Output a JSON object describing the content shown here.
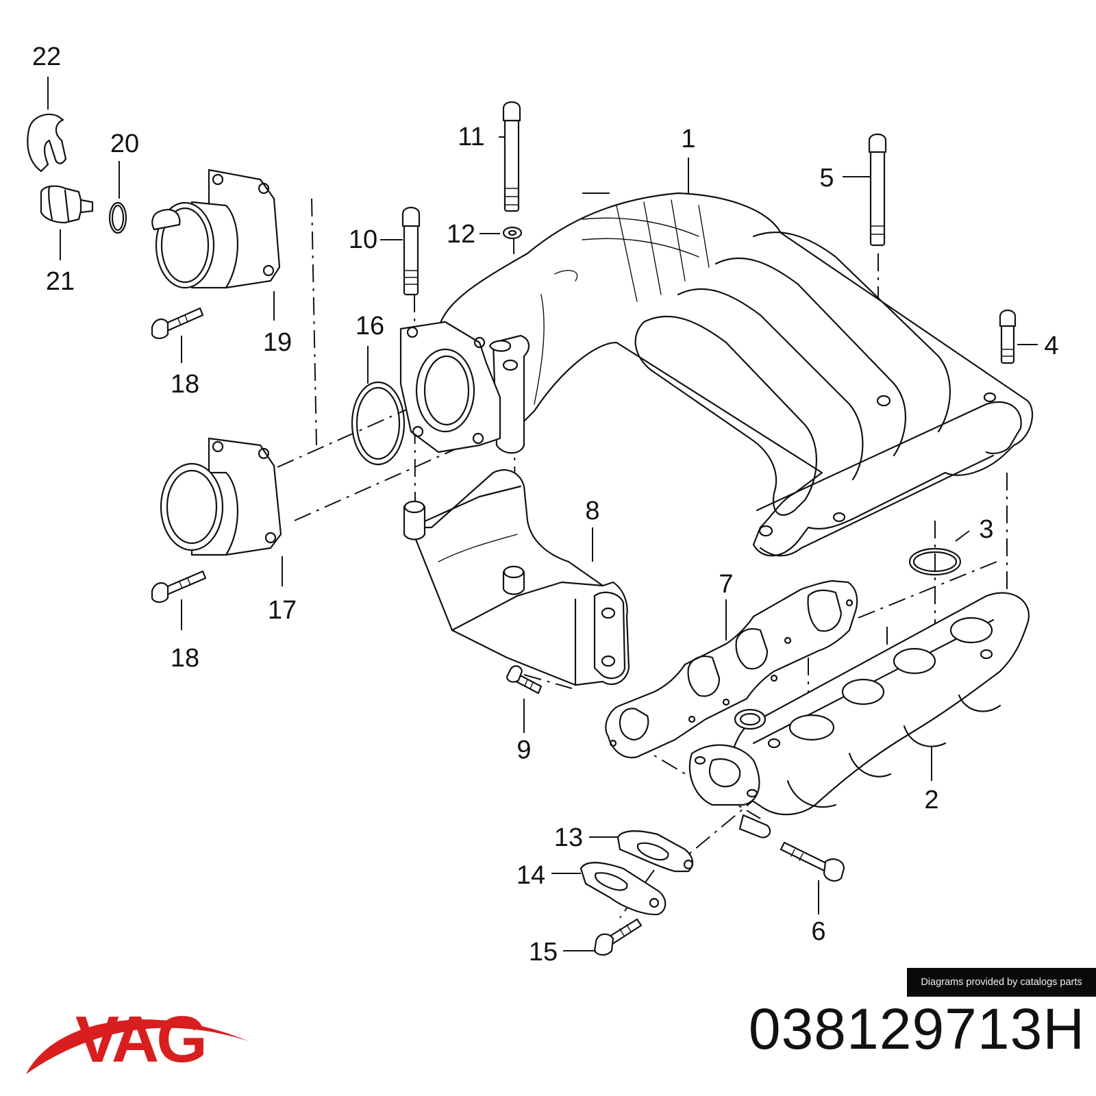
{
  "diagram": {
    "callouts": [
      {
        "id": "1",
        "label": "1"
      },
      {
        "id": "2",
        "label": "2"
      },
      {
        "id": "3",
        "label": "3"
      },
      {
        "id": "4",
        "label": "4"
      },
      {
        "id": "5",
        "label": "5"
      },
      {
        "id": "6",
        "label": "6"
      },
      {
        "id": "7",
        "label": "7"
      },
      {
        "id": "8",
        "label": "8"
      },
      {
        "id": "9",
        "label": "9"
      },
      {
        "id": "10",
        "label": "10"
      },
      {
        "id": "11",
        "label": "11"
      },
      {
        "id": "12",
        "label": "12"
      },
      {
        "id": "13",
        "label": "13"
      },
      {
        "id": "14",
        "label": "14"
      },
      {
        "id": "15",
        "label": "15"
      },
      {
        "id": "16",
        "label": "16"
      },
      {
        "id": "17",
        "label": "17"
      },
      {
        "id": "18a",
        "label": "18"
      },
      {
        "id": "18b",
        "label": "18"
      },
      {
        "id": "19",
        "label": "19"
      },
      {
        "id": "20",
        "label": "20"
      },
      {
        "id": "21",
        "label": "21"
      },
      {
        "id": "22",
        "label": "22"
      }
    ]
  },
  "footer": {
    "credit": "Diagrams provided by catalogs parts",
    "brand": "VAG",
    "part_number": "038129713H"
  },
  "colors": {
    "brand_red": "#d81e1e",
    "line": "#111111",
    "credit_bg": "#0a0a0a"
  }
}
